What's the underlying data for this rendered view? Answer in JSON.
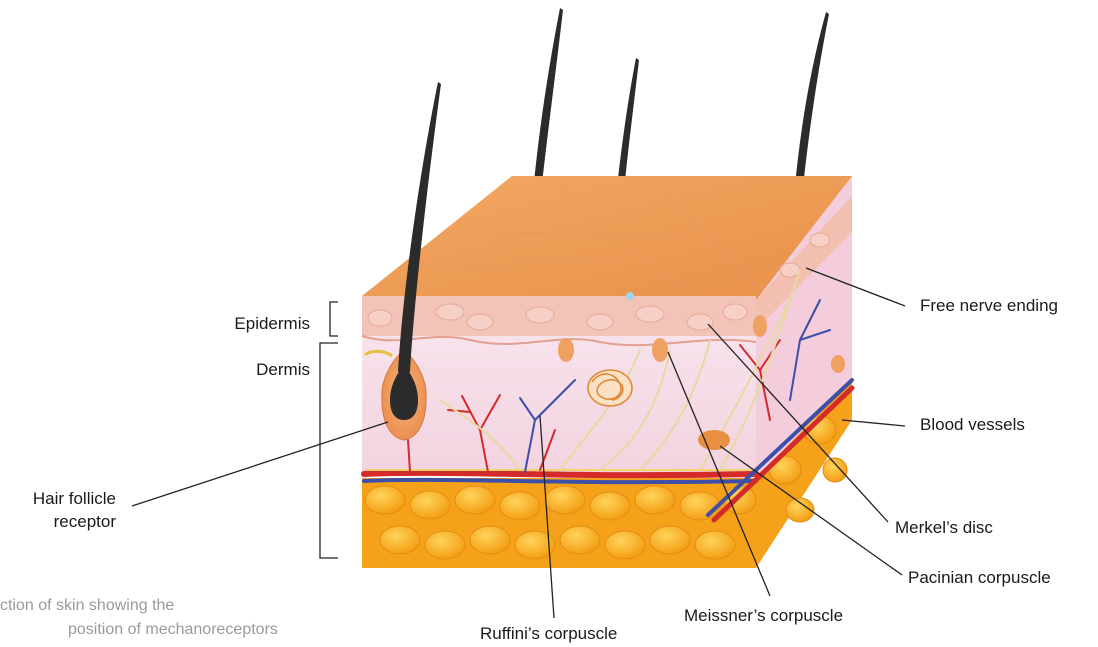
{
  "labels": {
    "epidermis": "Epidermis",
    "dermis": "Dermis",
    "hair_follicle_line1": "Hair follicle",
    "hair_follicle_line2": "receptor",
    "free_nerve_ending": "Free nerve ending",
    "blood_vessels": "Blood vessels",
    "merkels_disc": "Merkel’s disc",
    "pacinian_corpuscle": "Pacinian corpuscle",
    "meissners_corpuscle": "Meissner’s corpuscle",
    "ruffinis_corpuscle": "Ruffini’s corpuscle"
  },
  "caption": {
    "line1": "ction of skin showing the",
    "line2": "position of mechanoreceptors"
  },
  "colors": {
    "skin_top": "#f2a25a",
    "epidermis_pink": "#f2c0b4",
    "dermis": "#f6dde8",
    "fat": "#f7a51c",
    "artery": "#d42a2a",
    "vein": "#3d4fa8",
    "nerve": "#e8d9a0",
    "hair": "#2a2a2a",
    "leader_line": "#222222"
  }
}
